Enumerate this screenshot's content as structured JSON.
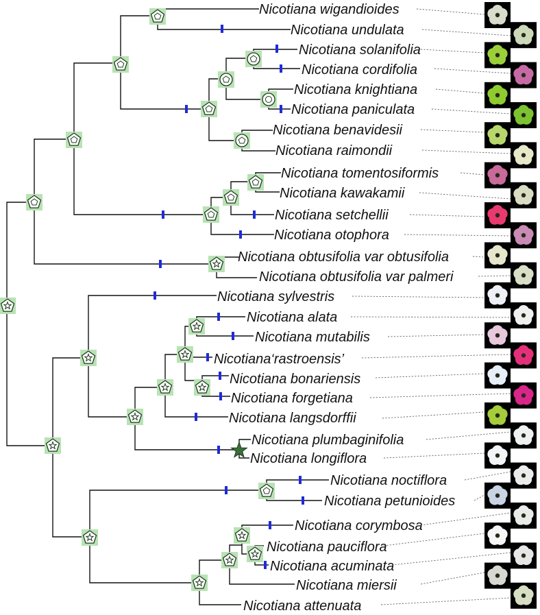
{
  "taxa": [
    {
      "name": "Nicotiana wigandioides",
      "flower": "#d7dccb"
    },
    {
      "name": "Nicotiana undulata",
      "flower": "#cdd8b8"
    },
    {
      "name": "Nicotiana solanifolia",
      "flower": "#9bcf3a"
    },
    {
      "name": "Nicotiana cordifolia",
      "flower": "#c66aa5"
    },
    {
      "name": "Nicotiana knightiana",
      "flower": "#8fca2f"
    },
    {
      "name": "Nicotiana paniculata",
      "flower": "#7cc231"
    },
    {
      "name": "Nicotiana benavidesii",
      "flower": "#b7d76c"
    },
    {
      "name": "Nicotiana raimondii",
      "flower": "#e6e8c8"
    },
    {
      "name": "Nicotiana tomentosiformis",
      "flower": "#c86a9a"
    },
    {
      "name": "Nicotiana kawakamii",
      "flower": "#d9dbc3"
    },
    {
      "name": "Nicotiana setchellii",
      "flower": "#e83a6e"
    },
    {
      "name": "Nicotiana otophora",
      "flower": "#c98ab4"
    },
    {
      "name": "Nicotiana obtusifolia var obtusifolia",
      "flower": "#e6e6cd"
    },
    {
      "name": "Nicotiana obtusifolia var palmeri",
      "flower": "#d9dfc7"
    },
    {
      "name": "Nicotiana sylvestris",
      "flower": "#eef0f8"
    },
    {
      "name": "Nicotiana alata",
      "flower": "#f0f0f0"
    },
    {
      "name": "Nicotiana mutabilis",
      "flower": "#e8c8dc"
    },
    {
      "name": "Nicotiana‘rastroensis’",
      "flower": "#e4307a"
    },
    {
      "name": "Nicotiana bonariensis",
      "flower": "#e6eef8"
    },
    {
      "name": "Nicotiana forgetiana",
      "flower": "#d8268a"
    },
    {
      "name": "Nicotiana langsdorffii",
      "flower": "#a5cc3a"
    },
    {
      "name": "Nicotiana plumbaginifolia",
      "flower": "#eef0f2"
    },
    {
      "name": "Nicotiana longiflora",
      "flower": "#f2f4f8"
    },
    {
      "name": "Nicotiana noctiflora",
      "flower": "#ececec"
    },
    {
      "name": "Nicotiana petunioides",
      "flower": "#c8d4e4"
    },
    {
      "name": "Nicotiana corymbosa",
      "flower": "#e9ebe9"
    },
    {
      "name": "Nicotiana pauciflora",
      "flower": "#f6f6f6"
    },
    {
      "name": "Nicotiana acuminata",
      "flower": "#e6e6e6"
    },
    {
      "name": "Nicotiana miersii",
      "flower": "#d8d8d2"
    },
    {
      "name": "Nicotiana attenuata",
      "flower": "#d6dec4"
    }
  ],
  "colors": {
    "branch": "#111111",
    "change_tick": "#1f2bd8",
    "node_highlight": "#b9e2b5",
    "node_outline": "#1d3a1d",
    "leader_line": "#666666"
  },
  "node_symbols": [
    "pentagon-icon",
    "circle-icon",
    "star-icon"
  ]
}
